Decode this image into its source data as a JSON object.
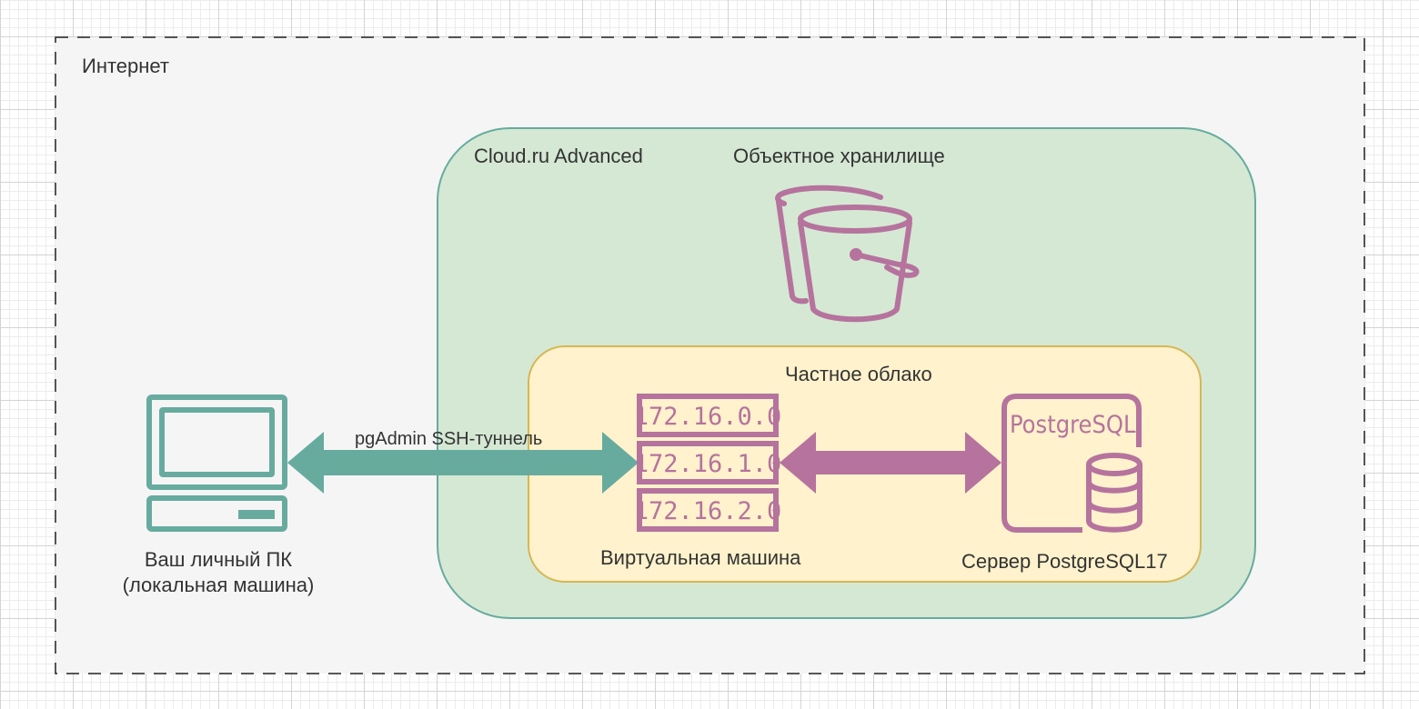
{
  "zones": {
    "internet": "Интернет",
    "cloud": "Cloud.ru Advanced",
    "storage": "Объектное хранилище",
    "private_cloud": "Частное облако"
  },
  "nodes": {
    "pc_line1": "Ваш личный ПК",
    "pc_line2": "(локальная машина)",
    "vm": "Виртуальная машина",
    "db_server": "Сервер PostgreSQL17",
    "db_logo": "PostgreSQL",
    "subnets": [
      "172.16.0.0",
      "172.16.1.0",
      "172.16.2.0"
    ]
  },
  "connections": {
    "tunnel": "pgAdmin SSH-туннель"
  },
  "colors": {
    "teal": "#67ab9f",
    "purple": "#b5739d",
    "cloud_fill": "#d5e8d4",
    "private_fill": "#fff2cc",
    "private_stroke": "#d6b656",
    "internet_fill": "#f5f5f5"
  }
}
